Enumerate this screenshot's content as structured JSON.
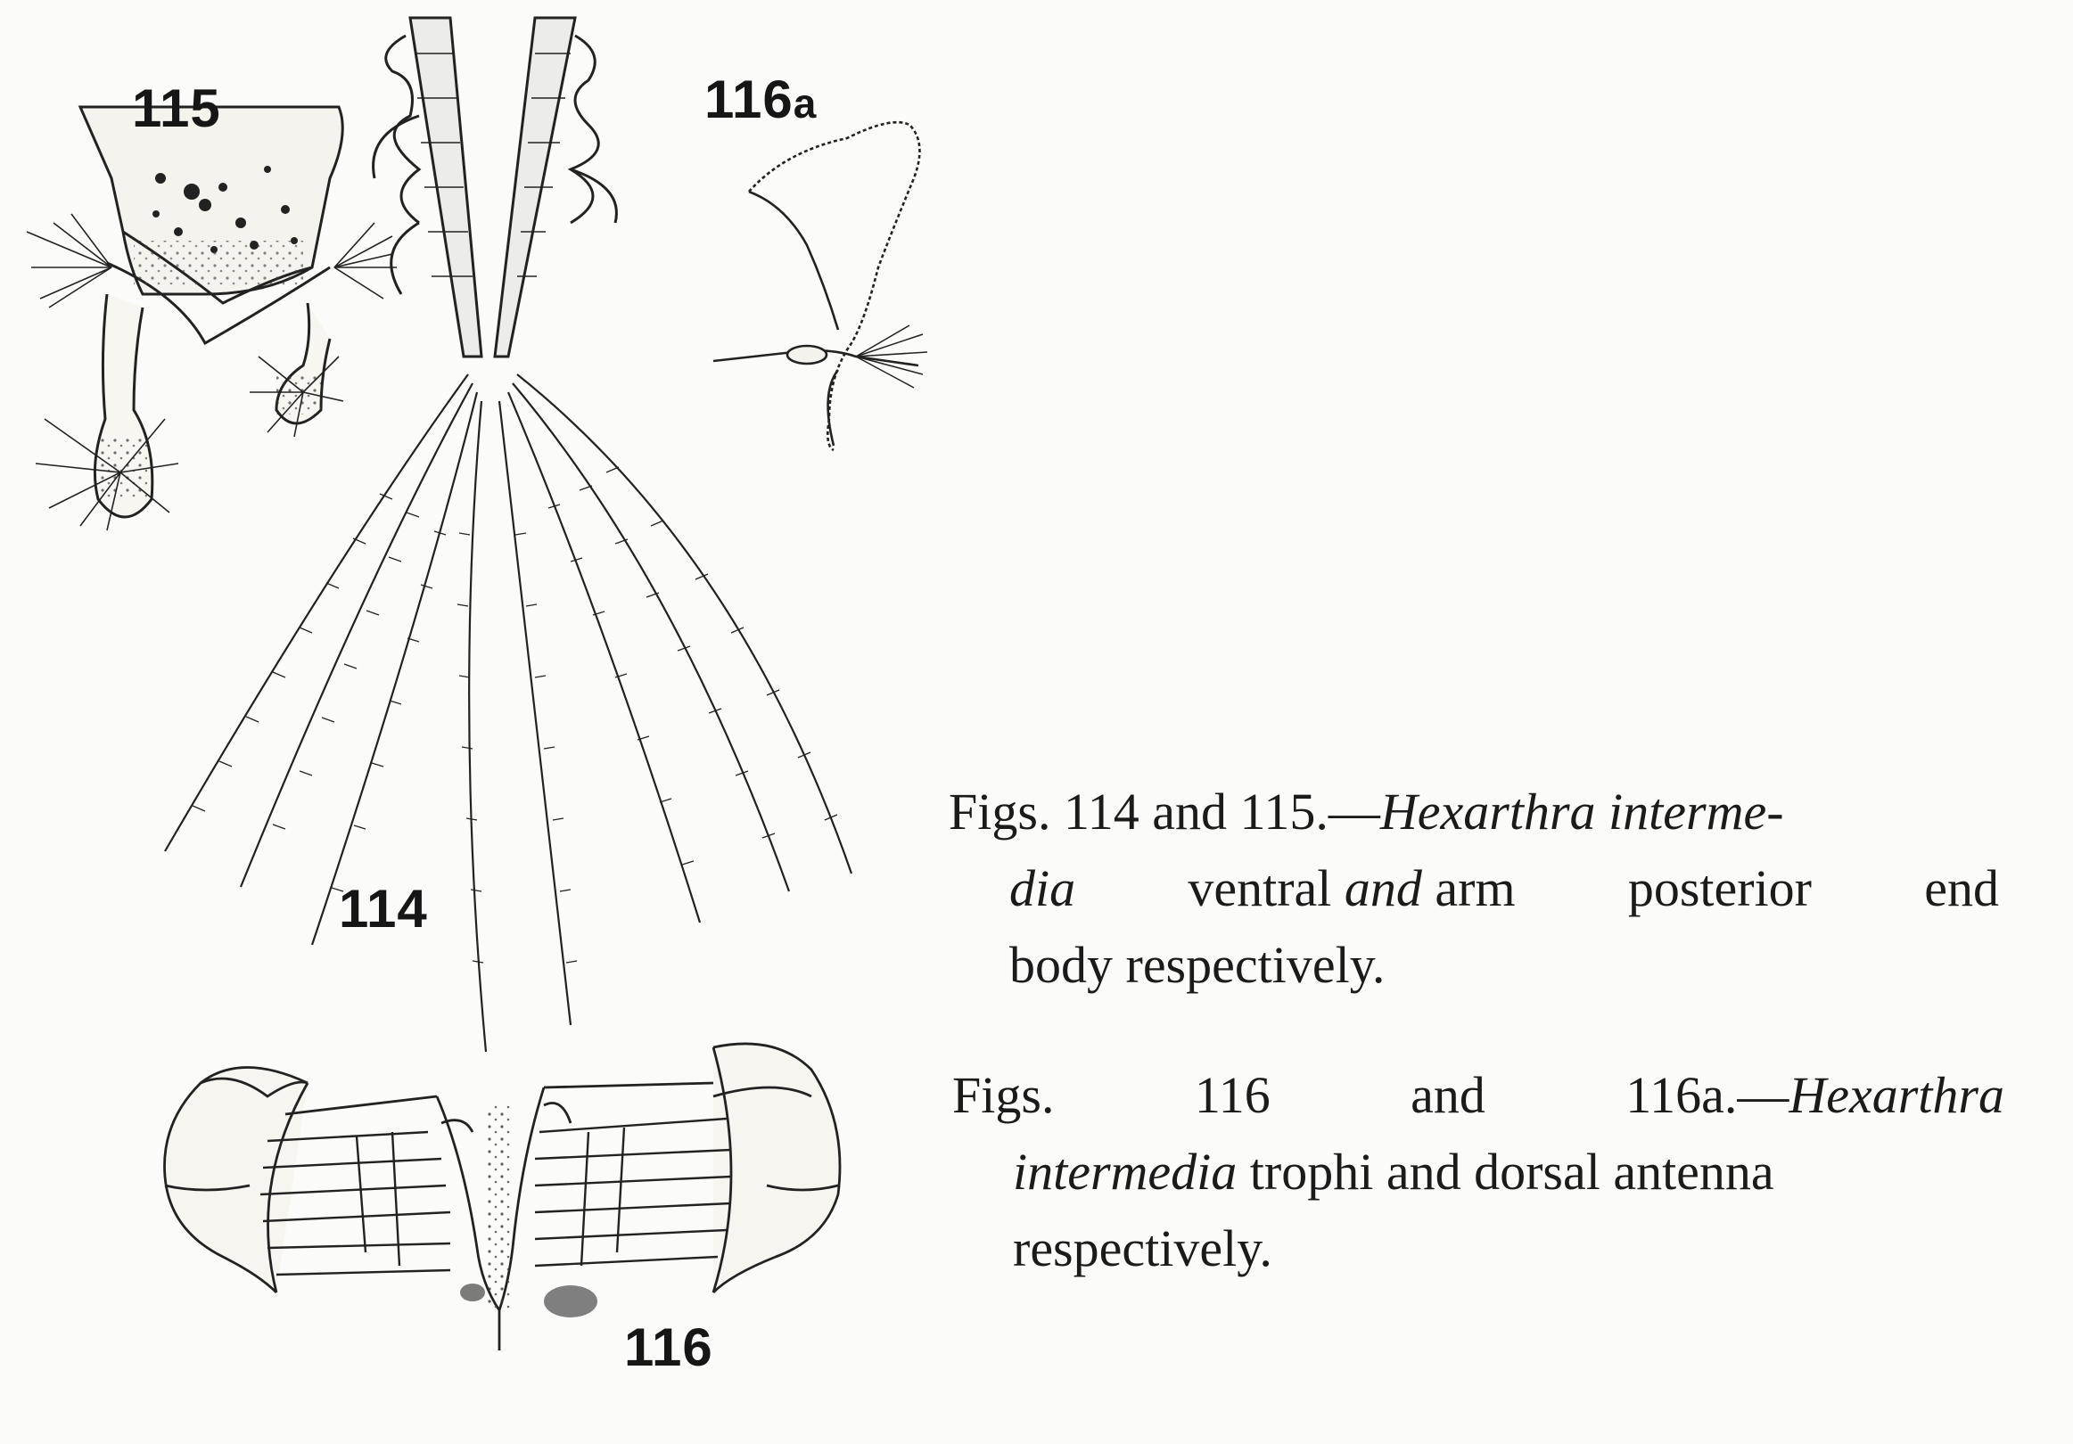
{
  "figure_labels": {
    "fig115": "115",
    "fig116a_number": "116",
    "fig116a_suffix": "a",
    "fig114": "114",
    "fig116": "116"
  },
  "captions": {
    "first": {
      "lead": "Figs. 114 and 115.—",
      "taxon_a": "Hexarthra interme-",
      "taxon_b": "dia",
      "w_ventral": "ventral",
      "w_and": "and",
      "w_arm": "arm",
      "w_posterior": "posterior",
      "w_end": "end",
      "line3": "body respectively."
    },
    "second": {
      "w_figs": "Figs.",
      "w_116": "116",
      "w_and": "and",
      "w_116a": "116a.—",
      "taxon_a": "Hexarthra",
      "taxon_b": "intermedia",
      "rest2": "trophi and dorsal antenna",
      "line3": "respectively."
    }
  }
}
